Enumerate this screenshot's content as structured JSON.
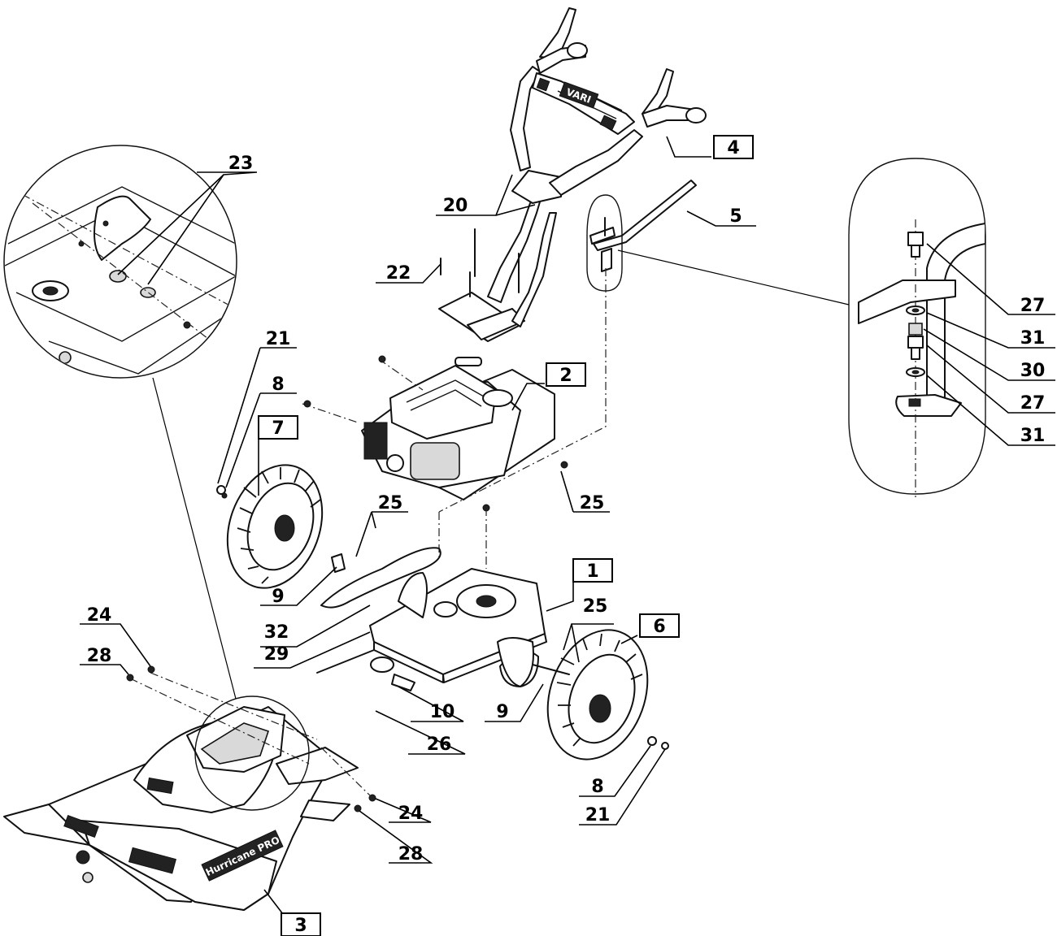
{
  "callouts": [
    {
      "id": "c1",
      "label": "1",
      "boxed": true
    },
    {
      "id": "c2",
      "label": "2",
      "boxed": true
    },
    {
      "id": "c3",
      "label": "3",
      "boxed": true
    },
    {
      "id": "c4",
      "label": "4",
      "boxed": true
    },
    {
      "id": "c5",
      "label": "5",
      "boxed": false
    },
    {
      "id": "c6",
      "label": "6",
      "boxed": true
    },
    {
      "id": "c7",
      "label": "7",
      "boxed": true
    },
    {
      "id": "c8a",
      "label": "8",
      "boxed": false
    },
    {
      "id": "c8b",
      "label": "8",
      "boxed": false
    },
    {
      "id": "c9a",
      "label": "9",
      "boxed": false
    },
    {
      "id": "c9b",
      "label": "9",
      "boxed": false
    },
    {
      "id": "c10",
      "label": "10",
      "boxed": false
    },
    {
      "id": "c20",
      "label": "20",
      "boxed": false
    },
    {
      "id": "c21a",
      "label": "21",
      "boxed": false
    },
    {
      "id": "c21b",
      "label": "21",
      "boxed": false
    },
    {
      "id": "c22",
      "label": "22",
      "boxed": false
    },
    {
      "id": "c23",
      "label": "23",
      "boxed": false
    },
    {
      "id": "c24a",
      "label": "24",
      "boxed": false
    },
    {
      "id": "c24b",
      "label": "24",
      "boxed": false
    },
    {
      "id": "c25a",
      "label": "25",
      "boxed": false
    },
    {
      "id": "c25b",
      "label": "25",
      "boxed": false
    },
    {
      "id": "c25c",
      "label": "25",
      "boxed": false
    },
    {
      "id": "c26",
      "label": "26",
      "boxed": false
    },
    {
      "id": "c27a",
      "label": "27",
      "boxed": false
    },
    {
      "id": "c27b",
      "label": "27",
      "boxed": false
    },
    {
      "id": "c28a",
      "label": "28",
      "boxed": false
    },
    {
      "id": "c28b",
      "label": "28",
      "boxed": false
    },
    {
      "id": "c29",
      "label": "29",
      "boxed": false
    },
    {
      "id": "c30",
      "label": "30",
      "boxed": false
    },
    {
      "id": "c31a",
      "label": "31",
      "boxed": false
    },
    {
      "id": "c31b",
      "label": "31",
      "boxed": false
    },
    {
      "id": "c32",
      "label": "32",
      "boxed": false
    }
  ],
  "decals": {
    "handle_logo": "VARI",
    "deck_brand": "Hurricane PRO"
  }
}
